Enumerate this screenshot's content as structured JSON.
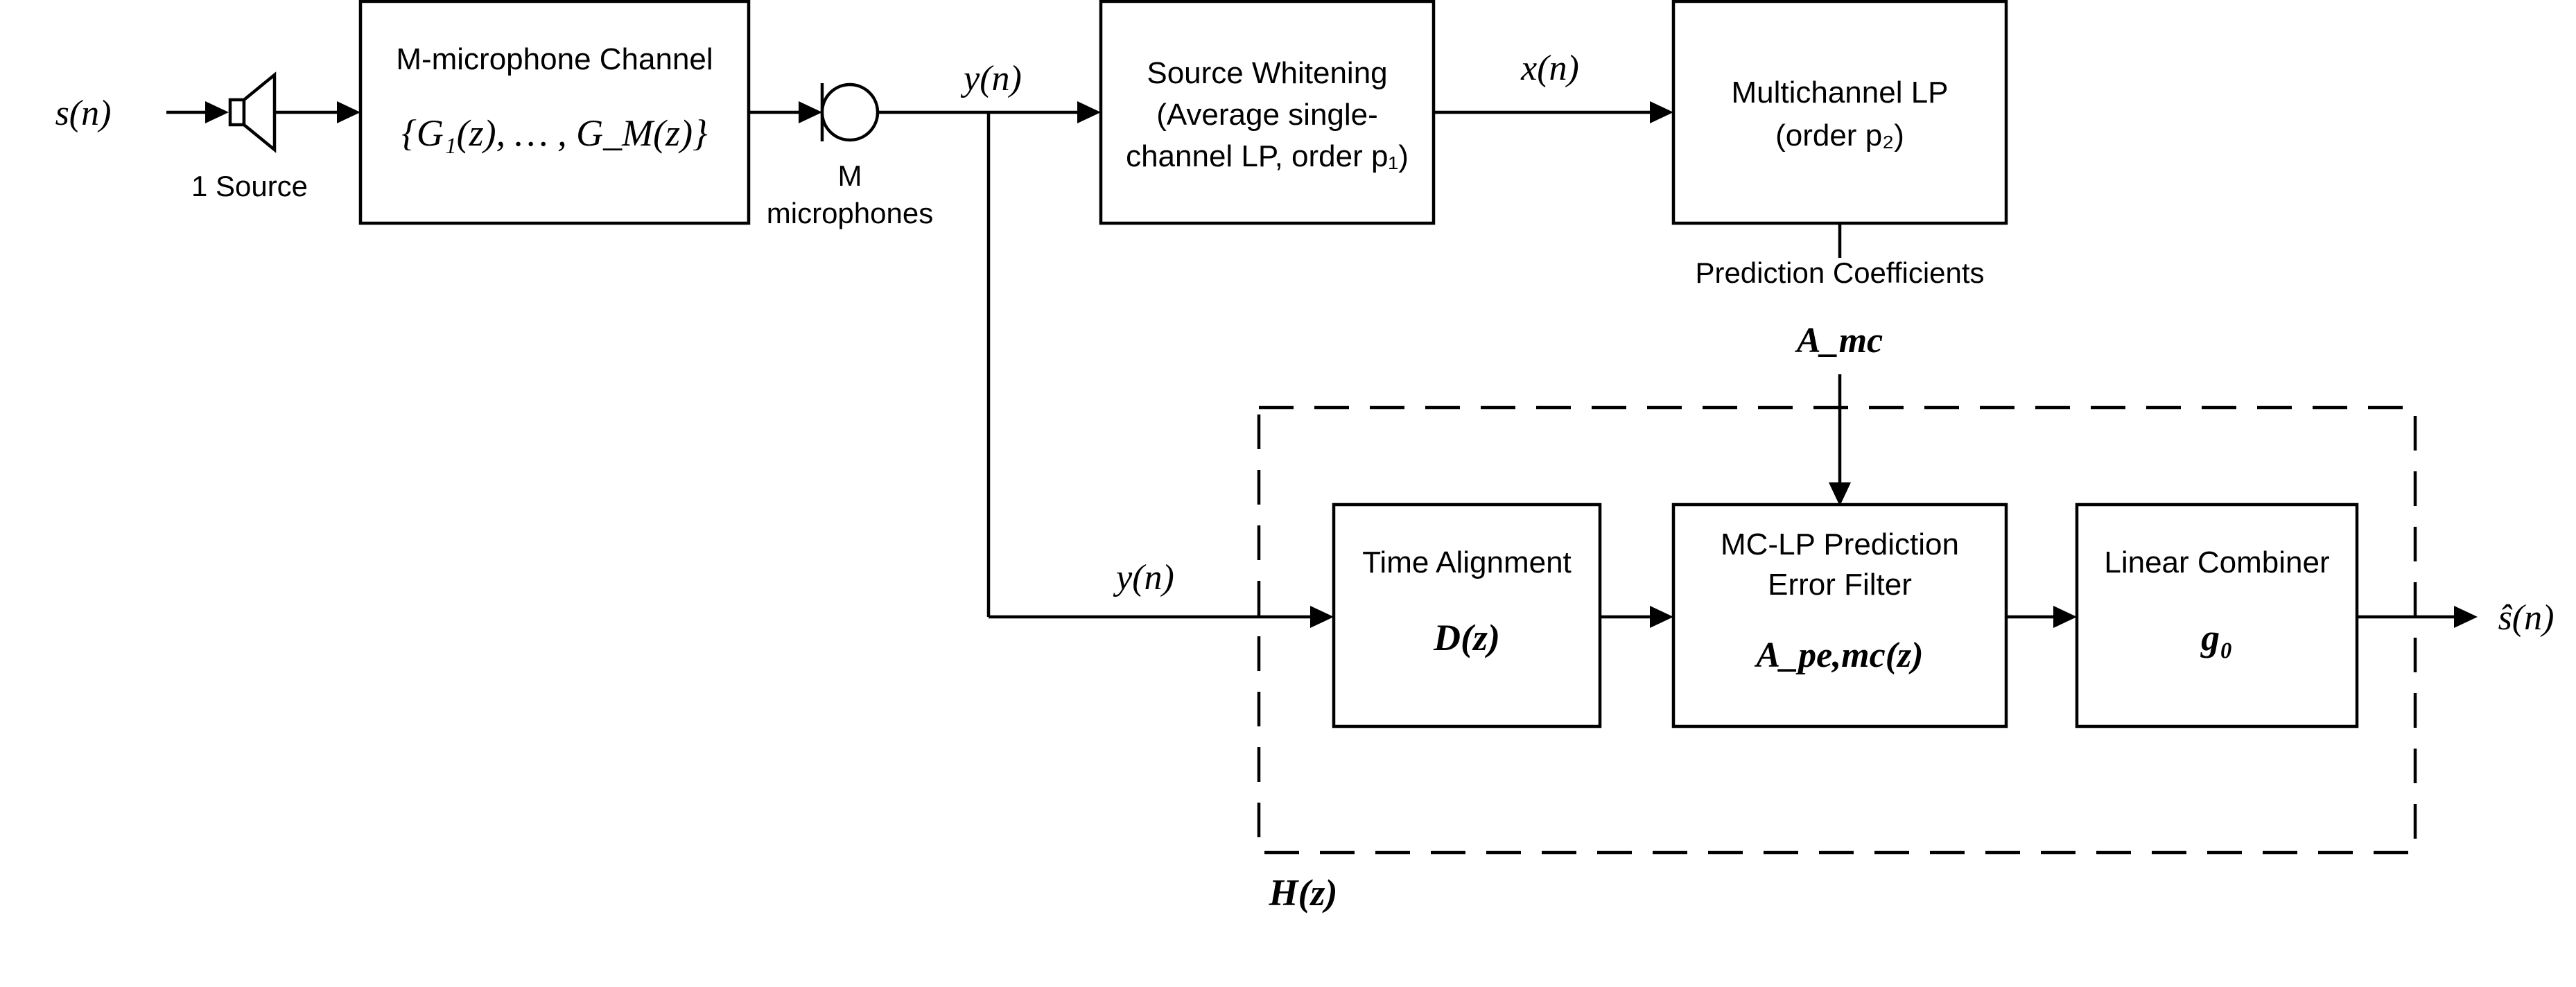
{
  "signals": {
    "source_in": "s(n)",
    "mic_out_top": "y(n)",
    "whitened": "x(n)",
    "mic_out_bottom": "y(n)",
    "output": "ŝ(n)"
  },
  "source": {
    "label": "1 Source"
  },
  "microphones": {
    "line1": "M",
    "line2": "microphones"
  },
  "channel": {
    "title": "M-microphone Channel",
    "formula": "{G₁(z), … , G_M(z)}"
  },
  "whitening": {
    "line1": "Source Whitening",
    "line2": "(Average single-",
    "line3": "channel LP, order p₁)"
  },
  "mclp": {
    "line1": "Multichannel LP",
    "line2": "(order p₂)"
  },
  "coefficients": {
    "label": "Prediction Coefficients",
    "symbol": "A_mc"
  },
  "time_alignment": {
    "title": "Time Alignment",
    "symbol": "D(z)"
  },
  "error_filter": {
    "line1": "MC-LP Prediction",
    "line2": "Error Filter",
    "symbol": "A_pe,mc(z)"
  },
  "combiner": {
    "title": "Linear Combiner",
    "symbol": "g₀"
  },
  "system": {
    "symbol": "H(z)"
  }
}
